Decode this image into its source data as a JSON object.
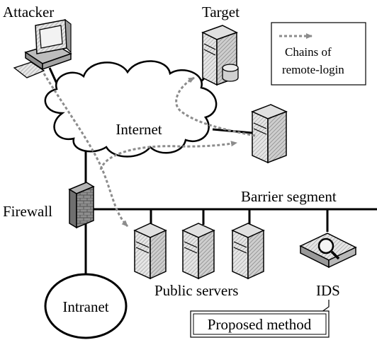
{
  "labels": {
    "attacker": "Attacker",
    "target": "Target",
    "internet": "Internet",
    "firewall": "Firewall",
    "barrier_segment": "Barrier segment",
    "public_servers": "Public servers",
    "ids": "IDS",
    "intranet": "Intranet",
    "proposed_method": "Proposed method"
  },
  "legend": {
    "line1": "Chains of",
    "line2": "remote-login"
  },
  "colors": {
    "line": "#000000",
    "dashed_path": "#8c8c8c",
    "server_body": "#d9d9d9",
    "firewall_body": "#9a9a9a"
  }
}
